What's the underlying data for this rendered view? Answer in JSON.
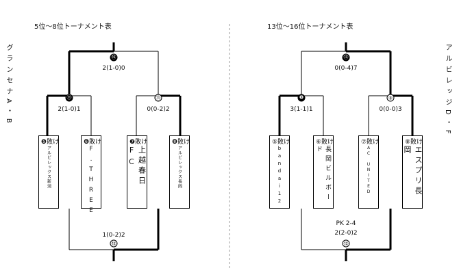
{
  "left": {
    "title": "5位～8位トーナメント表",
    "side_label": "グランセナA・B",
    "top_match": {
      "num": "⑯",
      "score": "2(1-0)0"
    },
    "semi_left": {
      "num": "⑪",
      "score": "2(1-0)1"
    },
    "semi_right": {
      "num": "⑪",
      "score": "0(0-2)2"
    },
    "bottom_match": {
      "num": "⑮",
      "score": "1(0-2)2"
    },
    "teams": [
      {
        "tag": "❺敗け",
        "name": "アルビレックス新潟"
      },
      {
        "tag": "❻敗け",
        "name": "F.THREE"
      },
      {
        "tag": "❼敗け",
        "name": "上越春日FC"
      },
      {
        "tag": "❽敗け",
        "name": "アルビレックス長岡"
      }
    ]
  },
  "right": {
    "title": "13位～16位トーナメント表",
    "side_label": "アルビレッジD・F",
    "top_match": {
      "num": "⑬",
      "score": "0(0-4)7"
    },
    "semi_left": {
      "num": "❾",
      "score": "3(1-1)1"
    },
    "semi_right": {
      "num": "⑨",
      "score": "0(0-0)3"
    },
    "bottom_match": {
      "num": "⑬",
      "pk": "PK 2-4",
      "score": "2(2-0)2"
    },
    "teams": [
      {
        "tag": "⑤敗け",
        "name": "bandai12"
      },
      {
        "tag": "⑥敗け",
        "name": "長岡ビルボード"
      },
      {
        "tag": "⑦敗け",
        "name": "AC UNITED"
      },
      {
        "tag": "⑧敗け",
        "name": "エスプリ長岡"
      }
    ]
  }
}
